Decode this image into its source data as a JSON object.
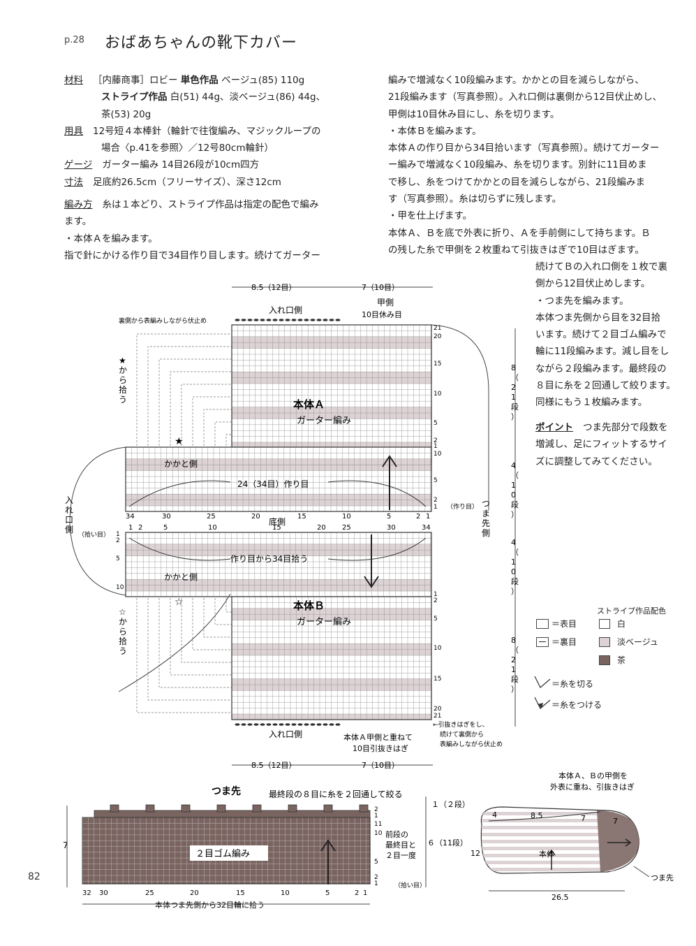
{
  "header": {
    "page_ref": "p.28",
    "title": "おばあちゃんの靴下カバー"
  },
  "left_col": {
    "materials_label": "材料",
    "materials_line1_a": "［内藤商事］ロビー",
    "materials_line1_b": "単色作品",
    "materials_line1_c": "ベージュ(85) 110g",
    "materials_line2_a": "ストライプ作品",
    "materials_line2_b": "白(51) 44g、淡ベージュ(86) 44g、",
    "materials_line3": "茶(53) 20g",
    "tools_label": "用具",
    "tools_line1": "12号短４本棒針（輪針で往復編み、マジックループの",
    "tools_line2": "場合〈p.41を参照〉／12号80cm輪針）",
    "gauge_label": "ゲージ",
    "gauge_text": "ガーター編み 14目26段が10cm四方",
    "size_label": "寸法",
    "size_text": "足底約26.5cm（フリーサイズ）、深さ12cm",
    "method_label": "編み方",
    "method_line1": "糸は１本どり、ストライプ作品は指定の配色で編み",
    "method_line2": "ます。",
    "method_line3": "・本体Ａを編みます。",
    "method_line4": "指で針にかける作り目で34目作り目します。続けてガーター"
  },
  "right_col": {
    "lines": [
      "編みで増減なく10段編みます。かかとの目を減らしながら、",
      "21段編みます（写真参照）。入れ口側は裏側から12目伏止めし、",
      "甲側は10目休み目にし、糸を切ります。",
      "・本体Ｂを編みます。",
      "本体Ａの作り目から34目拾います（写真参照）。続けてガーター",
      "ー編みで増減なく10段編み、糸を切ります。別針に11目めま",
      "で移し、糸をつけてかかとの目を減らしながら、21段編みま",
      "す（写真参照）。糸は切らずに残します。",
      "・甲を仕上げます。",
      "本体Ａ、Ｂを底で外表に折り、Ａを手前側にして持ちます。Ｂ",
      "の残した糸で甲側を２枚重ねて引抜きはぎで10目はぎます。"
    ],
    "lines2": [
      "続けてＢの入れ口側を１枚で裏",
      "側から12目伏止めします。",
      "・つま先を編みます。",
      "本体つま先側から目を32目拾",
      "います。続けて２目ゴム編みで",
      "輪に11段編みます。減し目をし",
      "ながら２段編みます。最終段の",
      "８目に糸を２回通して絞ります。",
      "同様にもう１枚編みます。"
    ],
    "point_label": "ポイント",
    "point_line1": "つま先部分で段数を",
    "point_line2": "増減し、足にフィットするサイ",
    "point_line3": "ズに調整してみてください。"
  },
  "chart": {
    "dim_top_left": "8.5（12目）",
    "dim_top_right": "7（10目）",
    "dim_bottom_left": "8.5（12目）",
    "dim_bottom_right": "7（10目）",
    "top_opening": "入れ口側",
    "instep": "甲側",
    "rest10": "10目休み目",
    "bind_note": "裏側から表編みしながら伏止め",
    "star_pick": "★から拾う",
    "white_star_pick": "☆から拾う",
    "body_a": "本体Ａ",
    "garter": "ガーター編み",
    "body_b": "本体Ｂ",
    "heel_side": "かかと側",
    "cast_on": "24（34目）作り目",
    "pick_from_cast": "作り目から34目拾う",
    "sole_side": "底側",
    "opening_side_v": "入れ口側",
    "toe_side_v": "つま先側",
    "pickup_stitch": "（拾い目）",
    "cast_stitch": "（作り目）",
    "bottom_opening": "入れ口側",
    "join_note_1": "本体Ａ甲側と重ねて",
    "join_note_2": "10目引抜きはぎ",
    "bind_note2_1": "←引抜きはぎをし、",
    "bind_note2_2": "続けて裏側から",
    "bind_note2_3": "表編みしながら伏止め",
    "dim_r1": "8（21段）",
    "dim_r2": "4（10段）",
    "dim_r3": "4（10段）",
    "dim_r4": "8（21段）",
    "row_a": [
      "21",
      "20",
      "15",
      "10",
      "5",
      "2",
      "1",
      "10",
      "5",
      "2",
      "1"
    ],
    "row_b": [
      "1",
      "2",
      "5",
      "10",
      "1",
      "2",
      "5",
      "10",
      "15",
      "20",
      "21"
    ],
    "top_scale": [
      "34",
      "30",
      "25",
      "20",
      "15",
      "10",
      "5",
      "2",
      "1"
    ],
    "mid_scale": [
      "1",
      "2",
      "5",
      "10",
      "15",
      "20",
      "25",
      "30",
      "34"
    ]
  },
  "legend": {
    "title": "ストライプ作品配色",
    "knit": "＝表目",
    "purl": "＝裏目",
    "white": "白",
    "light_beige": "淡ベージュ",
    "brown": "茶",
    "cut_yarn": "＝糸を切る",
    "attach_yarn": "＝糸をつける"
  },
  "toe": {
    "title": "つま先",
    "gather_note": "最終段の８目に糸を２回通して絞る",
    "rib": "２目ゴム編み",
    "dec_note_1": "前段の",
    "dec_note_2": "最終目と",
    "dec_note_3": "２目一度",
    "dim_top": "１（２段）",
    "dim_body": "６（11段）",
    "dim_left": "7",
    "pickup_note": "本体つま先側から32目輪に拾う",
    "scale": [
      "32",
      "30",
      "25",
      "20",
      "15",
      "10",
      "5",
      "2",
      "1"
    ],
    "rows": [
      "2",
      "1",
      "11",
      "10",
      "5",
      "2",
      "1"
    ],
    "pickup_label": "（拾い目）"
  },
  "illustration": {
    "note_1": "本体Ａ、Ｂの甲側を",
    "note_2": "外表に重ね、引抜きはぎ",
    "dim_4": "4",
    "dim_85": "8.5",
    "dim_7a": "7",
    "dim_7b": "7",
    "dim_12": "12",
    "dim_265": "26.5",
    "body": "本体",
    "toe": "つま先"
  },
  "page_number": "82",
  "colors": {
    "white": "#ffffff",
    "light_beige": "#ddd2d4",
    "brown": "#7a6460",
    "line": "#444444"
  }
}
